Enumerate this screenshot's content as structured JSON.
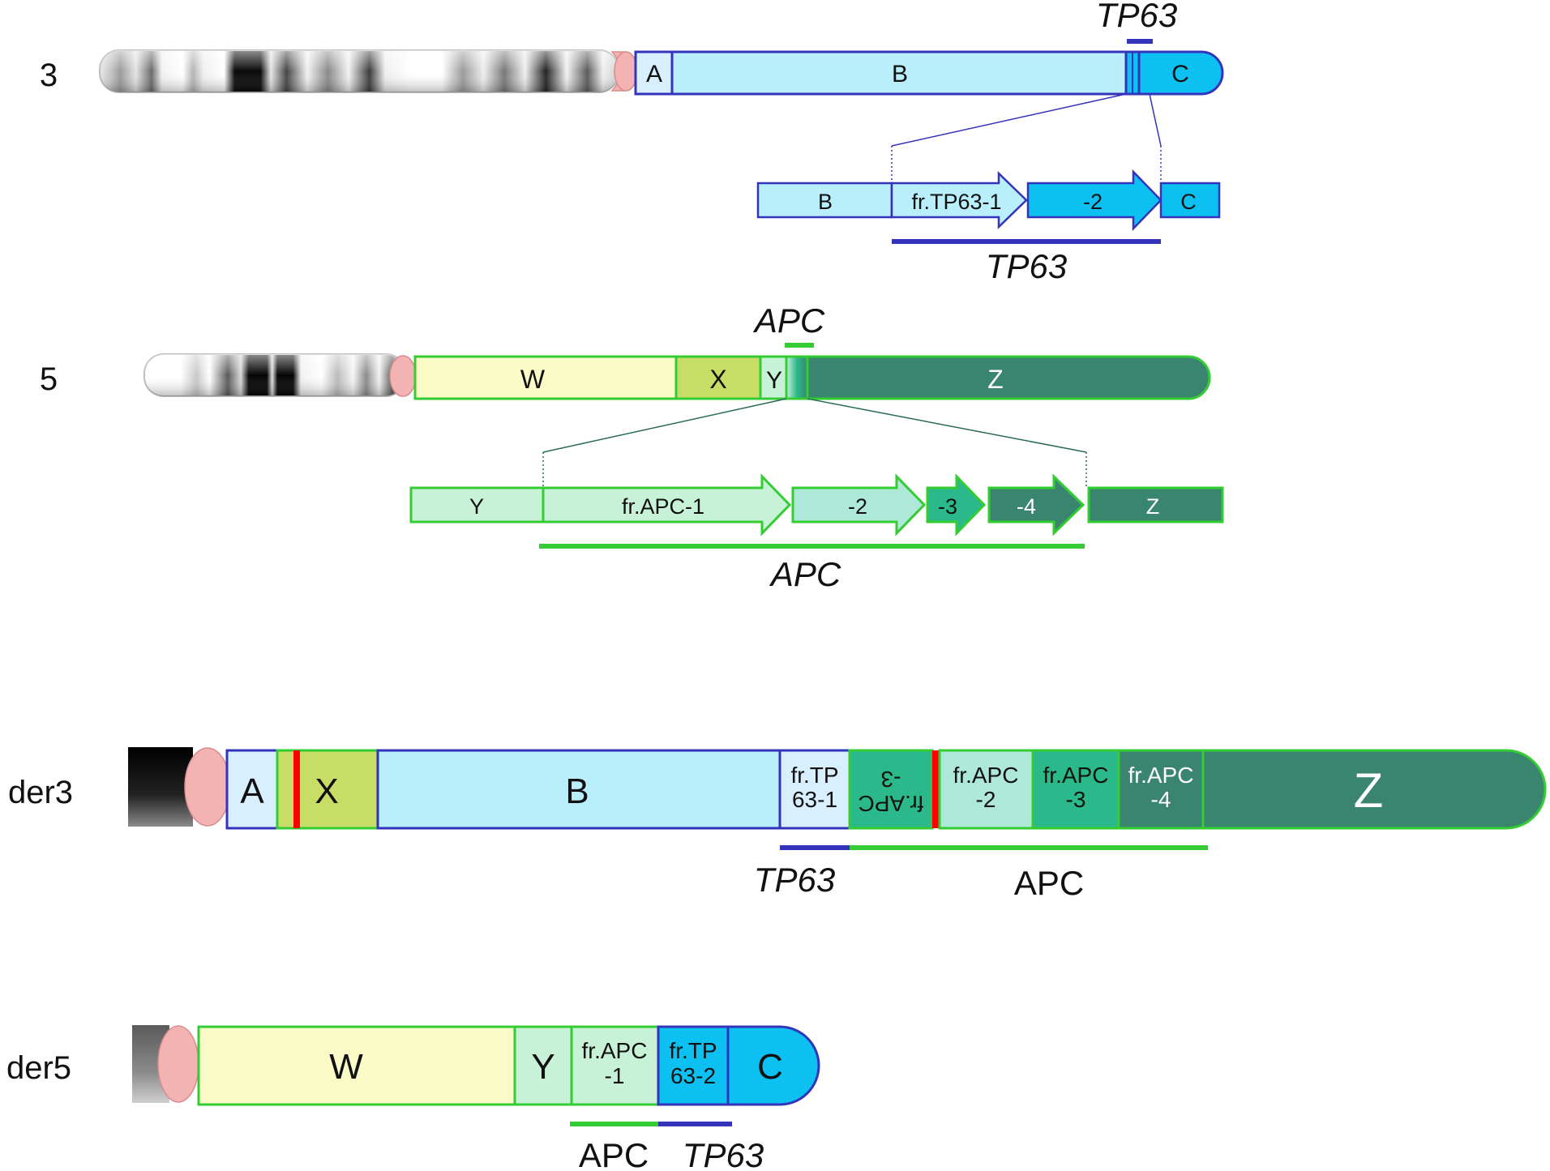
{
  "colors": {
    "blue_stroke": "#3333bb",
    "blue_light": "#b9eefb",
    "blue_pale": "#d8efff",
    "blue_bright": "#0cc0f2",
    "green_stroke": "#33cc33",
    "yellow": "#fbfbc8",
    "olive": "#c8dd66",
    "mint": "#c8f2d8",
    "mint2": "#aee8d8",
    "teal": "#2bb98b",
    "dark_teal": "#39856f",
    "centromere": "#f4b3b3",
    "break": "#ff0000"
  },
  "chr3": {
    "label": "3",
    "arms": {
      "A": "A",
      "B": "B",
      "C": "C"
    },
    "gene": "TP63",
    "zoom": {
      "B": "B",
      "frag1": "fr.TP63-1",
      "frag2": "-2",
      "C": "C",
      "gene": "TP63"
    }
  },
  "chr5": {
    "label": "5",
    "arms": {
      "W": "W",
      "X": "X",
      "Y": "Y",
      "Z": "Z"
    },
    "gene": "APC",
    "zoom": {
      "Y": "Y",
      "frag1": "fr.APC-1",
      "frag2": "-2",
      "frag3": "-3",
      "frag4": "-4",
      "Z": "Z",
      "gene": "APC"
    }
  },
  "der3": {
    "label": "der3",
    "A": "A",
    "X": "X",
    "B": "B",
    "tp63_1": [
      "fr.TP",
      "63-1"
    ],
    "apc3_inv": [
      "fr.APC",
      "-3"
    ],
    "apc2": [
      "fr.APC",
      "-2"
    ],
    "apc3": [
      "fr.APC",
      "-3"
    ],
    "apc4": [
      "fr.APC",
      "-4"
    ],
    "Z": "Z",
    "gene_tp63": "TP63",
    "gene_apc": "APC"
  },
  "der5": {
    "label": "der5",
    "W": "W",
    "Y": "Y",
    "apc1": [
      "fr.APC",
      "-1"
    ],
    "tp63_2": [
      "fr.TP",
      "63-2"
    ],
    "C": "C",
    "gene_apc": "APC",
    "gene_tp63": "TP63"
  }
}
